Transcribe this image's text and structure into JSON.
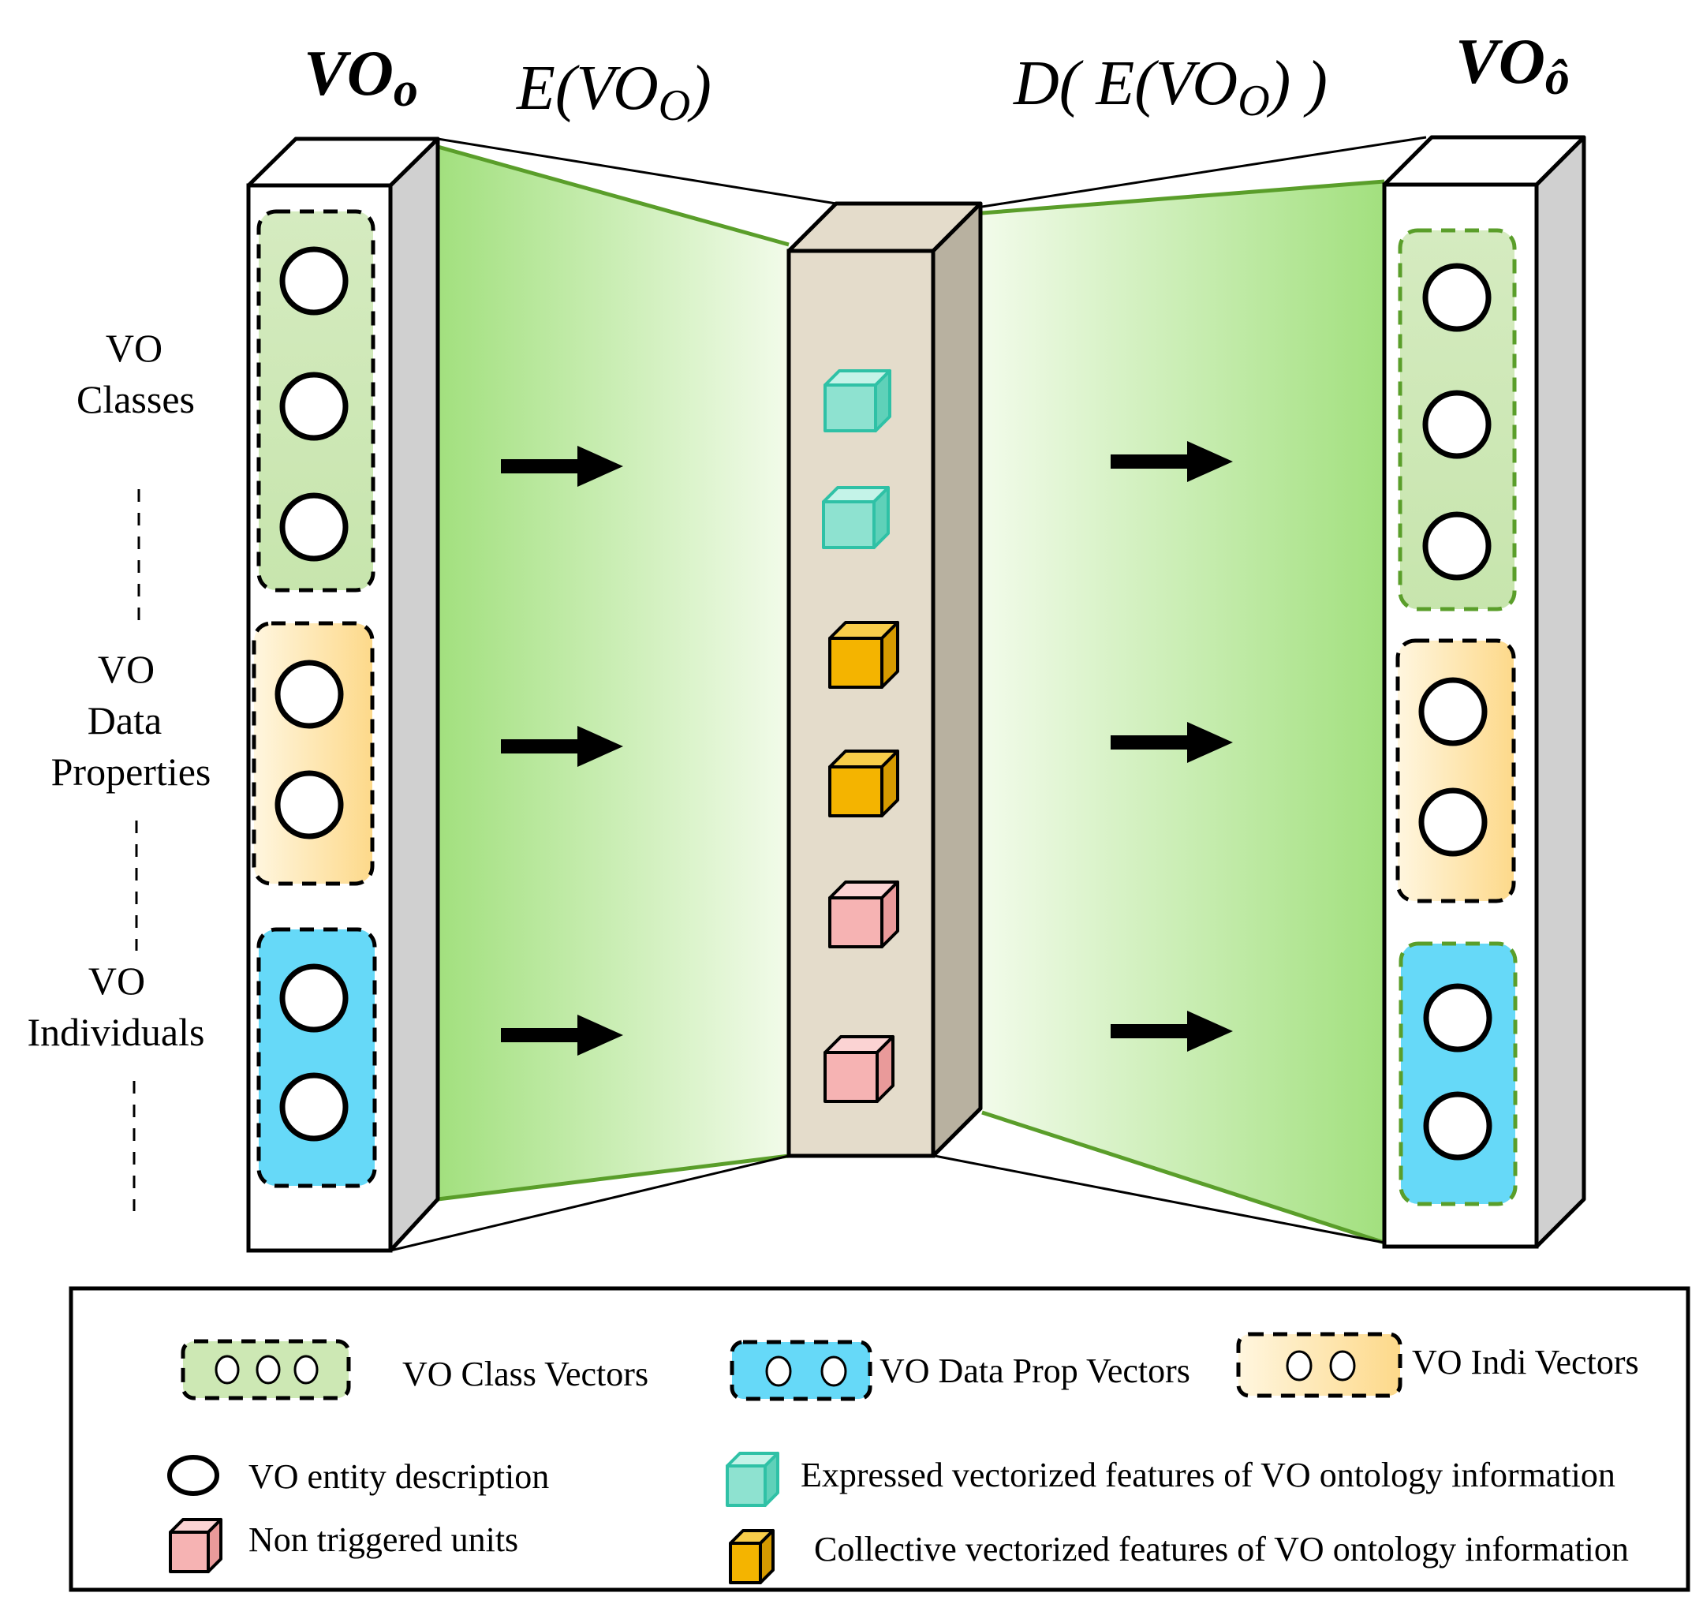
{
  "titles": {
    "input": {
      "main": "VO",
      "sub": "o"
    },
    "encoder": {
      "prefix": "E(VO",
      "sub": "O",
      "suffix": ")"
    },
    "decoder": {
      "prefix": "D( E(VO",
      "sub": "O",
      "suffix": ") )"
    },
    "output": {
      "main": "VO",
      "sub": "ô"
    }
  },
  "side_labels": {
    "classes": [
      "VO",
      "Classes"
    ],
    "data_properties": [
      "VO",
      "Data",
      "Properties"
    ],
    "individuals": [
      "VO",
      "Individuals"
    ]
  },
  "legend": {
    "class_vectors": "VO  Class Vectors",
    "data_prop_vectors": "VO  Data Prop Vectors",
    "indi_vectors": "VO  Indi Vectors",
    "entity_description": "VO entity description",
    "non_triggered": "Non triggered units",
    "expressed_features": "Expressed vectorized features of VO ontology information",
    "collective_features": "Collective vectorized features of VO ontology information"
  },
  "colors": {
    "green_group": "#cde8b4",
    "yellow_group": "#fde2a0",
    "blue_group": "#66d9f8",
    "teal_cube": "#8ee2d0",
    "orange_cube": "#f4b400",
    "pink_cube": "#f6b3b3",
    "funnel_green": "#a8e68a",
    "bottleneck": "#e4dccb"
  }
}
